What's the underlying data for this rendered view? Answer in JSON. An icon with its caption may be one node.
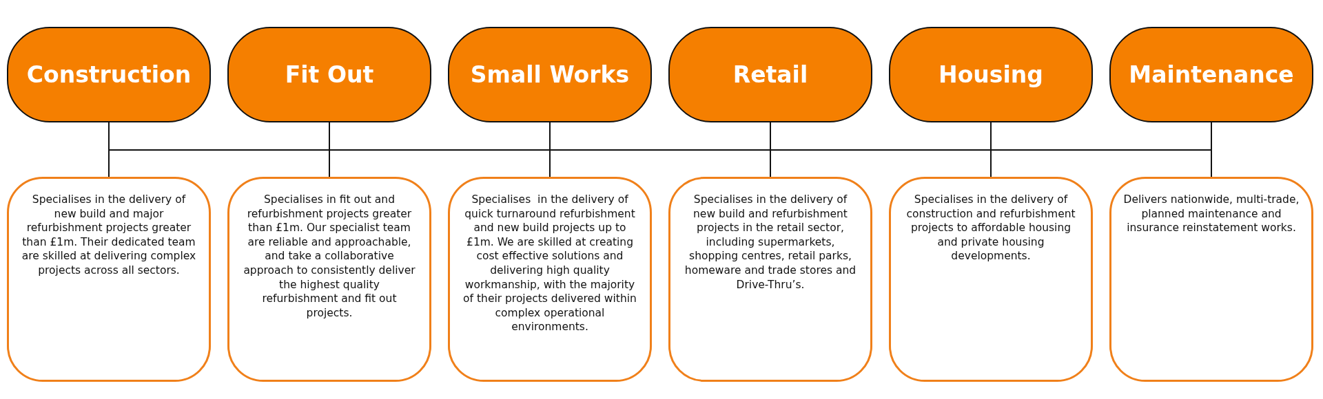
{
  "diagram": {
    "nodes": [
      {
        "text": [
          "Construction"
        ]
      },
      {
        "text": [
          "Fit Out"
        ]
      },
      {
        "text": [
          "Small Works"
        ]
      },
      {
        "text": [
          "Retail"
        ]
      },
      {
        "text": [
          "Housing"
        ]
      },
      {
        "text": [
          "Maintenance"
        ]
      },
      {
        "text": [
          "Specialises in the delivery of new build and major refurbishment projects greater than £1m. Their dedicated team are skilled at delivering complex projects across all sectors."
        ]
      },
      {
        "text": [
          "Specialises in fit out and refurbishment projects greater than £1m. Our specialist team are reliable and approachable, and take a collaborative approach to consistently deliver the highest quality refurbishment and fit out projects."
        ]
      },
      {
        "text": [
          "Specialises  in the delivery of quick turnaround refurbishment and new build projects up to £1m. We are skilled at creating cost effective solutions and delivering high quality workmanship, with the majority of their projects delivered within complex operational environments."
        ]
      },
      {
        "text": [
          "Specialises in the delivery of new build and refurbishment projects in the retail sector, including supermarkets, shopping centres, retail parks, homeware and trade stores and Drive-Thru’s."
        ]
      },
      {
        "text": [
          "Specialises in the delivery of construction and refurbishment projects to affordable housing and private housing developments."
        ]
      },
      {
        "text": [
          "Delivers nationwide, multi-trade, planned maintenance and insurance reinstatement works."
        ]
      }
    ],
    "edges": [
      {
        "from": 0,
        "to": 6,
        "arrow": "none"
      },
      {
        "from": 1,
        "to": 7,
        "arrow": "none"
      },
      {
        "from": 2,
        "to": 8,
        "arrow": "none"
      },
      {
        "from": 3,
        "to": 9,
        "arrow": "none"
      },
      {
        "from": 4,
        "to": 10,
        "arrow": "none"
      },
      {
        "from": 5,
        "to": 11,
        "arrow": "none"
      }
    ]
  }
}
